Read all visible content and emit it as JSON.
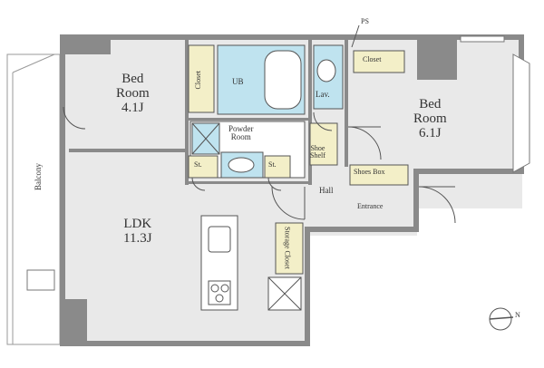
{
  "floorplan": {
    "rooms": {
      "bed_left": {
        "line1": "Bed",
        "line2": "Room",
        "size": "4.1J"
      },
      "bed_right": {
        "line1": "Bed",
        "line2": "Room",
        "size": "6.1J"
      },
      "ldk": {
        "name": "LDK",
        "size": "11.3J"
      },
      "ub": "UB",
      "powder_line1": "Powder",
      "powder_line2": "Room",
      "lav": "Lav.",
      "shelf_line1": "Shoe",
      "shelf_line2": "Shelf",
      "hall": "Hall",
      "entrance": "Entrance",
      "balcony": "Balcony"
    },
    "storage": {
      "closet_left": "Closet",
      "closet_right": "Closet",
      "st_left": "St.",
      "st_right": "St.",
      "shoes_box": "Shoes Box",
      "storage_closet": "Storage Closet"
    },
    "markers": {
      "ps": "PS",
      "north": "N"
    },
    "colors": {
      "wall": "#8a8a8a",
      "floor": "#e9e9e9",
      "wet_area": "#bfe3ef",
      "storage": "#f3efc8"
    }
  }
}
